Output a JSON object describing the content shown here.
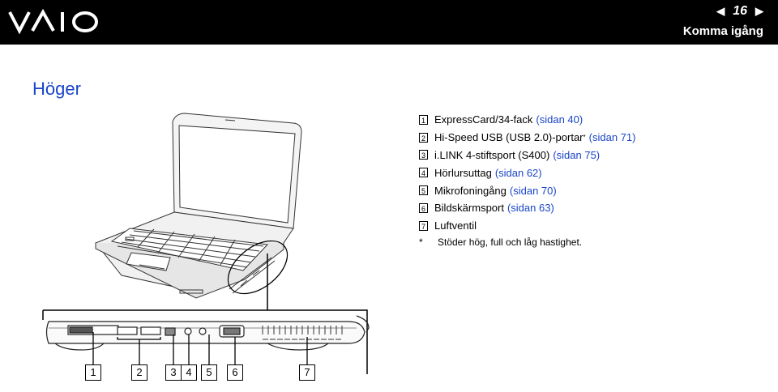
{
  "header": {
    "logo_text": "VAIO",
    "page_number": "16",
    "section": "Komma igång",
    "prev_icon": "left-triangle-arrow",
    "next_icon": "right-triangle-arrow"
  },
  "heading": "Höger",
  "items": [
    {
      "num": "1",
      "text": "ExpressCard/34-fack",
      "link": "(sidan 40)"
    },
    {
      "num": "2",
      "text": "Hi-Speed USB (USB 2.0)-portar",
      "sup": "*",
      "link": "(sidan 71)"
    },
    {
      "num": "3",
      "text": "i.LINK 4-stiftsport (S400)",
      "link": "(sidan 75)"
    },
    {
      "num": "4",
      "text": "Hörlursuttag",
      "link": "(sidan 62)"
    },
    {
      "num": "5",
      "text": "Mikrofoningång",
      "link": "(sidan 70)"
    },
    {
      "num": "6",
      "text": "Bildskärmsport",
      "link": "(sidan 63)"
    },
    {
      "num": "7",
      "text": "Luftventil"
    }
  ],
  "footnote": {
    "marker": "*",
    "text": "Stöder hög, full och låg hastighet."
  },
  "callouts": [
    "1",
    "2",
    "3",
    "4",
    "5",
    "6",
    "7"
  ],
  "accent_color": "#1a46c8"
}
